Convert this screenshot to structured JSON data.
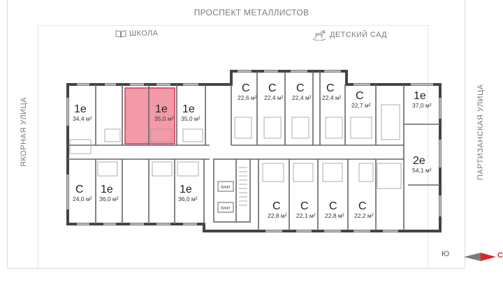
{
  "streets": {
    "top": "ПРОСПЕКТ МЕТАЛЛИСТОВ",
    "left": "ЯКОРНАЯ УЛИЦА",
    "right": "ПАРТИЗАНСКАЯ УЛИЦА"
  },
  "pois": {
    "school": "ШКОЛА",
    "kindergarten": "ДЕТСКИЙ САД"
  },
  "compass": {
    "south": "Ю",
    "north": "С",
    "north_color": "#e0232f"
  },
  "colors": {
    "wall": "#444444",
    "selected": "#f29aa9",
    "selected_border": "#d23a55"
  },
  "elevator_label": "ЛИФТ",
  "units": [
    {
      "id": "u1",
      "type": "1e",
      "area": "34,4 м²"
    },
    {
      "id": "u2",
      "type": "1e",
      "area": "35,0 м²",
      "selected": true
    },
    {
      "id": "u3",
      "type": "1e",
      "area": "35,0 м²"
    },
    {
      "id": "u4",
      "type": "С",
      "area": "22,6 м²"
    },
    {
      "id": "u5",
      "type": "С",
      "area": "22,4 м²"
    },
    {
      "id": "u6",
      "type": "С",
      "area": "22,4 м²"
    },
    {
      "id": "u7",
      "type": "С",
      "area": "22,4 м²"
    },
    {
      "id": "u8",
      "type": "С",
      "area": "22,7 м²"
    },
    {
      "id": "u9",
      "type": "1e",
      "area": "37,0 м²"
    },
    {
      "id": "u10",
      "type": "2e",
      "area": "54,1 м²"
    },
    {
      "id": "u11",
      "type": "С",
      "area": "24,0 м²"
    },
    {
      "id": "u12",
      "type": "1e",
      "area": "36,0 м²"
    },
    {
      "id": "u13",
      "type": "1e",
      "area": "36,0 м²"
    },
    {
      "id": "u14",
      "type": "С",
      "area": "22,8 м²"
    },
    {
      "id": "u15",
      "type": "С",
      "area": "22,1 м²"
    },
    {
      "id": "u16",
      "type": "С",
      "area": "22,8 м²"
    },
    {
      "id": "u17",
      "type": "С",
      "area": "22,2 м²"
    }
  ]
}
